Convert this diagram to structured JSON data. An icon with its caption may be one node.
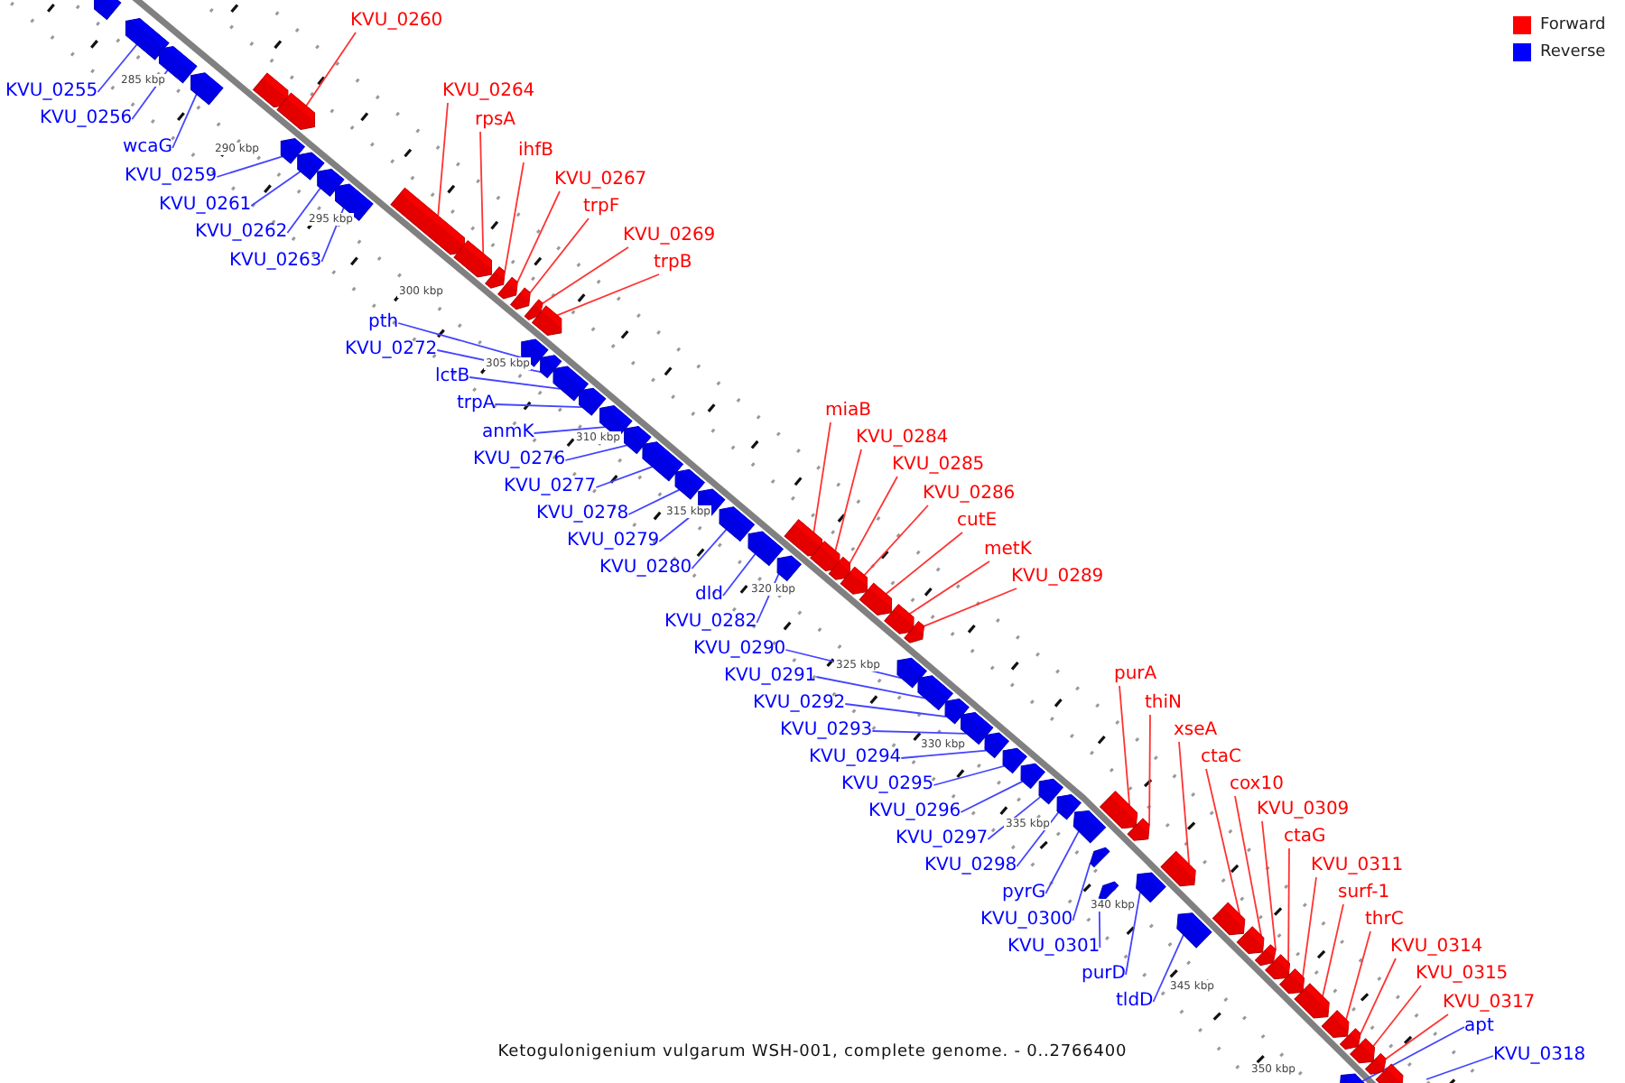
{
  "diagram": {
    "caption": "Ketogulonigenium vulgarum WSH-001, complete genome. - 0..2766400",
    "nodes": [
      {
        "text": [],
        "shape": "bar"
      },
      {
        "text": [
          "KVU_0255"
        ]
      },
      {
        "text": [],
        "shape": "bar"
      },
      {
        "text": [
          "KVU_0256"
        ]
      },
      {
        "text": [],
        "shape": "bar"
      },
      {
        "text": [
          "wcaG"
        ]
      },
      {
        "text": [],
        "shape": "bar"
      },
      {
        "text": [],
        "shape": "bar"
      },
      {
        "text": [
          "KVU_0260"
        ]
      },
      {
        "text": [],
        "shape": "bar"
      },
      {
        "text": [
          "KVU_0259"
        ]
      },
      {
        "text": [],
        "shape": "bar"
      },
      {
        "text": [
          "KVU_0261"
        ]
      },
      {
        "text": [],
        "shape": "bar"
      },
      {
        "text": [
          "KVU_0262"
        ]
      },
      {
        "text": [],
        "shape": "bar"
      },
      {
        "text": [
          "KVU_0263"
        ]
      },
      {
        "text": [],
        "shape": "bar"
      },
      {
        "text": [
          "KVU_0264"
        ]
      },
      {
        "text": [],
        "shape": "bar"
      },
      {
        "text": [
          "rpsA"
        ]
      },
      {
        "text": [],
        "shape": "bar"
      },
      {
        "text": [
          "ihfB"
        ]
      },
      {
        "text": [],
        "shape": "bar"
      },
      {
        "text": [
          "KVU_0267"
        ]
      },
      {
        "text": [],
        "shape": "bar"
      },
      {
        "text": [
          "trpF"
        ]
      },
      {
        "text": [],
        "shape": "bar"
      },
      {
        "text": [
          "KVU_0269"
        ]
      },
      {
        "text": [],
        "shape": "bar"
      },
      {
        "text": [
          "trpB"
        ]
      },
      {
        "text": [],
        "shape": "bar"
      },
      {
        "text": [
          "pth"
        ]
      },
      {
        "text": [],
        "shape": "bar"
      },
      {
        "text": [
          "KVU_0272"
        ]
      },
      {
        "text": [],
        "shape": "bar"
      },
      {
        "text": [
          "lctB"
        ]
      },
      {
        "text": [],
        "shape": "bar"
      },
      {
        "text": [
          "trpA"
        ]
      },
      {
        "text": [],
        "shape": "bar"
      },
      {
        "text": [
          "anmK"
        ]
      },
      {
        "text": [],
        "shape": "bar"
      },
      {
        "text": [
          "KVU_0276"
        ]
      },
      {
        "text": [],
        "shape": "bar"
      },
      {
        "text": [
          "KVU_0277"
        ]
      },
      {
        "text": [],
        "shape": "bar"
      },
      {
        "text": [
          "KVU_0278"
        ]
      },
      {
        "text": [],
        "shape": "bar"
      },
      {
        "text": [
          "KVU_0279"
        ]
      },
      {
        "text": [],
        "shape": "bar"
      },
      {
        "text": [
          "KVU_0280"
        ]
      },
      {
        "text": [],
        "shape": "bar"
      },
      {
        "text": [
          "dld"
        ]
      },
      {
        "text": [],
        "shape": "bar"
      },
      {
        "text": [
          "KVU_0282"
        ]
      },
      {
        "text": [],
        "shape": "bar"
      },
      {
        "text": [
          "miaB"
        ]
      },
      {
        "text": [],
        "shape": "bar"
      },
      {
        "text": [
          "KVU_0284"
        ]
      },
      {
        "text": [],
        "shape": "bar"
      },
      {
        "text": [
          "KVU_0285"
        ]
      },
      {
        "text": [],
        "shape": "bar"
      },
      {
        "text": [
          "KVU_0286"
        ]
      },
      {
        "text": [],
        "shape": "bar"
      },
      {
        "text": [
          "cutE"
        ]
      },
      {
        "text": [],
        "shape": "bar"
      },
      {
        "text": [
          "metK"
        ]
      },
      {
        "text": [],
        "shape": "bar"
      },
      {
        "text": [
          "KVU_0289"
        ]
      },
      {
        "text": [],
        "shape": "bar"
      },
      {
        "text": [
          "KVU_0290"
        ]
      },
      {
        "text": [],
        "shape": "bar"
      },
      {
        "text": [
          "KVU_0291"
        ]
      },
      {
        "text": [],
        "shape": "bar"
      },
      {
        "text": [
          "KVU_0292"
        ]
      },
      {
        "text": [],
        "shape": "bar"
      },
      {
        "text": [
          "KVU_0293"
        ]
      },
      {
        "text": [],
        "shape": "bar"
      },
      {
        "text": [
          "KVU_0294"
        ]
      },
      {
        "text": [],
        "shape": "bar"
      },
      {
        "text": [
          "KVU_0295"
        ]
      },
      {
        "text": [],
        "shape": "bar"
      },
      {
        "text": [
          "KVU_0296"
        ]
      },
      {
        "text": [],
        "shape": "bar"
      },
      {
        "text": [
          "KVU_0297"
        ]
      },
      {
        "text": [],
        "shape": "bar"
      },
      {
        "text": [
          "KVU_0298"
        ]
      },
      {
        "text": [],
        "shape": "bar"
      },
      {
        "text": [
          "pyrG"
        ]
      },
      {
        "text": [],
        "shape": "bar"
      },
      {
        "text": [
          "KVU_0300"
        ]
      },
      {
        "text": [],
        "shape": "bar"
      },
      {
        "text": [
          "KVU_0301"
        ]
      },
      {
        "text": [],
        "shape": "bar"
      },
      {
        "text": [
          "purA"
        ]
      },
      {
        "text": [],
        "shape": "bar"
      },
      {
        "text": [
          "thiN"
        ]
      },
      {
        "text": [],
        "shape": "bar"
      },
      {
        "text": [
          "purD"
        ]
      },
      {
        "text": [],
        "shape": "bar"
      },
      {
        "text": [
          "xseA"
        ]
      },
      {
        "text": [],
        "shape": "bar"
      },
      {
        "text": [
          "tldD"
        ]
      },
      {
        "text": [],
        "shape": "bar"
      },
      {
        "text": [
          "ctaC"
        ]
      },
      {
        "text": [],
        "shape": "bar"
      },
      {
        "text": [
          "cox10"
        ]
      },
      {
        "text": [],
        "shape": "bar"
      },
      {
        "text": [
          "KVU_0309"
        ]
      },
      {
        "text": [],
        "shape": "bar"
      },
      {
        "text": [
          "ctaG"
        ]
      },
      {
        "text": [],
        "shape": "bar"
      },
      {
        "text": [
          "KVU_0311"
        ]
      },
      {
        "text": [],
        "shape": "bar"
      },
      {
        "text": [
          "surf-1"
        ]
      },
      {
        "text": [],
        "shape": "bar"
      },
      {
        "text": [
          "thrC"
        ]
      },
      {
        "text": [],
        "shape": "bar"
      },
      {
        "text": [
          "KVU_0314"
        ]
      },
      {
        "text": [],
        "shape": "bar"
      },
      {
        "text": [
          "KVU_0315"
        ]
      },
      {
        "text": [],
        "shape": "bar"
      },
      {
        "text": [
          "KVU_0317"
        ]
      },
      {
        "text": [],
        "shape": "bar"
      },
      {
        "text": [
          "apt"
        ]
      },
      {
        "text": [
          "KVU_0318"
        ]
      },
      {
        "text": [],
        "shape": "bar"
      },
      {
        "text": [],
        "shape": "bar"
      }
    ],
    "edges": [
      {
        "from": 1,
        "to": 2,
        "arrow": "none"
      },
      {
        "from": 3,
        "to": 4,
        "arrow": "none"
      },
      {
        "from": 5,
        "to": 6,
        "arrow": "none"
      },
      {
        "from": 8,
        "to": 9,
        "arrow": "none",
        "color": "#ff3333"
      },
      {
        "from": 10,
        "to": 11,
        "arrow": "none"
      },
      {
        "from": 12,
        "to": 13,
        "arrow": "none"
      },
      {
        "from": 14,
        "to": 15,
        "arrow": "none"
      },
      {
        "from": 16,
        "to": 17,
        "arrow": "none"
      },
      {
        "from": 18,
        "to": 19,
        "arrow": "none",
        "color": "#ff3333"
      },
      {
        "from": 20,
        "to": 21,
        "arrow": "none",
        "color": "#ff3333"
      },
      {
        "from": 22,
        "to": 23,
        "arrow": "none",
        "color": "#ff3333"
      },
      {
        "from": 24,
        "to": 25,
        "arrow": "none",
        "color": "#ff3333"
      },
      {
        "from": 26,
        "to": 27,
        "arrow": "none",
        "color": "#ff3333"
      },
      {
        "from": 28,
        "to": 29,
        "arrow": "none",
        "color": "#ff3333"
      },
      {
        "from": 30,
        "to": 31,
        "arrow": "none",
        "color": "#ff3333"
      },
      {
        "from": 32,
        "to": 33,
        "arrow": "none"
      },
      {
        "from": 34,
        "to": 35,
        "arrow": "none"
      },
      {
        "from": 36,
        "to": 37,
        "arrow": "none"
      },
      {
        "from": 38,
        "to": 39,
        "arrow": "none"
      },
      {
        "from": 40,
        "to": 41,
        "arrow": "none"
      },
      {
        "from": 42,
        "to": 43,
        "arrow": "none"
      },
      {
        "from": 44,
        "to": 45,
        "arrow": "none"
      },
      {
        "from": 46,
        "to": 47,
        "arrow": "none"
      },
      {
        "from": 48,
        "to": 49,
        "arrow": "none"
      },
      {
        "from": 50,
        "to": 51,
        "arrow": "none"
      },
      {
        "from": 52,
        "to": 53,
        "arrow": "none"
      },
      {
        "from": 54,
        "to": 55,
        "arrow": "none"
      },
      {
        "from": 56,
        "to": 57,
        "arrow": "none",
        "color": "#ff3333"
      },
      {
        "from": 58,
        "to": 59,
        "arrow": "none",
        "color": "#ff3333"
      },
      {
        "from": 60,
        "to": 61,
        "arrow": "none",
        "color": "#ff3333"
      },
      {
        "from": 62,
        "to": 63,
        "arrow": "none",
        "color": "#ff3333"
      },
      {
        "from": 64,
        "to": 65,
        "arrow": "none",
        "color": "#ff3333"
      },
      {
        "from": 66,
        "to": 67,
        "arrow": "none",
        "color": "#ff3333"
      },
      {
        "from": 68,
        "to": 69,
        "arrow": "none",
        "color": "#ff3333"
      },
      {
        "from": 70,
        "to": 71,
        "arrow": "none"
      },
      {
        "from": 72,
        "to": 73,
        "arrow": "none"
      },
      {
        "from": 74,
        "to": 75,
        "arrow": "none"
      },
      {
        "from": 76,
        "to": 77,
        "arrow": "none"
      },
      {
        "from": 78,
        "to": 79,
        "arrow": "none"
      },
      {
        "from": 80,
        "to": 81,
        "arrow": "none"
      },
      {
        "from": 82,
        "to": 83,
        "arrow": "none"
      },
      {
        "from": 84,
        "to": 85,
        "arrow": "none"
      },
      {
        "from": 86,
        "to": 87,
        "arrow": "none"
      },
      {
        "from": 88,
        "to": 89,
        "arrow": "none"
      },
      {
        "from": 90,
        "to": 91,
        "arrow": "none"
      },
      {
        "from": 92,
        "to": 93,
        "arrow": "none"
      },
      {
        "from": 94,
        "to": 95,
        "arrow": "none",
        "color": "#ff3333"
      },
      {
        "from": 96,
        "to": 97,
        "arrow": "none",
        "color": "#ff3333"
      },
      {
        "from": 98,
        "to": 99,
        "arrow": "none"
      },
      {
        "from": 100,
        "to": 101,
        "arrow": "none",
        "color": "#ff3333"
      },
      {
        "from": 102,
        "to": 103,
        "arrow": "none"
      },
      {
        "from": 104,
        "to": 105,
        "arrow": "none",
        "color": "#ff3333"
      },
      {
        "from": 106,
        "to": 107,
        "arrow": "none",
        "color": "#ff3333"
      },
      {
        "from": 108,
        "to": 109,
        "arrow": "none",
        "color": "#ff3333"
      },
      {
        "from": 110,
        "to": 111,
        "arrow": "none",
        "color": "#ff3333"
      },
      {
        "from": 112,
        "to": 113,
        "arrow": "none",
        "color": "#ff3333"
      },
      {
        "from": 114,
        "to": 115,
        "arrow": "none",
        "color": "#ff3333"
      },
      {
        "from": 116,
        "to": 117,
        "arrow": "none",
        "color": "#ff3333"
      },
      {
        "from": 118,
        "to": 119,
        "arrow": "none",
        "color": "#ff3333"
      },
      {
        "from": 120,
        "to": 121,
        "arrow": "none",
        "color": "#ff3333"
      },
      {
        "from": 122,
        "to": 123,
        "arrow": "none",
        "color": "#ff3333"
      },
      {
        "from": 124,
        "to": 126,
        "arrow": "none"
      },
      {
        "from": 125,
        "to": null,
        "arrow": "none"
      }
    ],
    "labels": [
      "285 kbp",
      "290 kbp",
      "295 kbp",
      "300 kbp",
      "305 kbp",
      "310 kbp",
      "315 kbp",
      "320 kbp",
      "325 kbp",
      "330 kbp",
      "335 kbp",
      "340 kbp",
      "345 kbp",
      "350 kbp"
    ],
    "legend": [
      {
        "text": "Forward",
        "color": "#ff0000"
      },
      {
        "text": "Reverse",
        "color": "#0000ff"
      }
    ]
  }
}
